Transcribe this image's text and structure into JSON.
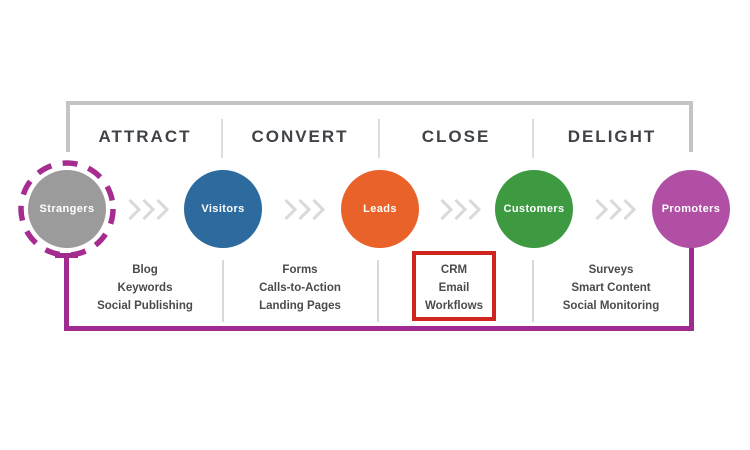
{
  "diagram": {
    "name": "inbound-methodology-funnel",
    "stages": [
      {
        "label": "ATTRACT",
        "tools": [
          "Blog",
          "Keywords",
          "Social Publishing"
        ],
        "highlighted": false
      },
      {
        "label": "CONVERT",
        "tools": [
          "Forms",
          "Calls-to-Action",
          "Landing Pages"
        ],
        "highlighted": false
      },
      {
        "label": "CLOSE",
        "tools": [
          "CRM",
          "Email",
          "Workflows"
        ],
        "highlighted": true
      },
      {
        "label": "DELIGHT",
        "tools": [
          "Surveys",
          "Smart Content",
          "Social Monitoring"
        ],
        "highlighted": false
      }
    ],
    "personas": [
      {
        "label": "Strangers",
        "color": "#9b9b9b",
        "ring_color": "#a62c90"
      },
      {
        "label": "Visitors",
        "color": "#2d6b9f"
      },
      {
        "label": "Leads",
        "color": "#e8622a"
      },
      {
        "label": "Customers",
        "color": "#3d9a41"
      },
      {
        "label": "Promoters",
        "color": "#b14fa4"
      }
    ],
    "colors": {
      "top_bracket": "#c4c4c4",
      "bottom_bracket": "#a02b90",
      "highlight_box": "#d0241f",
      "divider": "#dcdcdc",
      "chevron": "#d9d9d9",
      "header_text": "#3f4246",
      "tool_text": "#4b4b4d",
      "background": "#ffffff"
    }
  }
}
